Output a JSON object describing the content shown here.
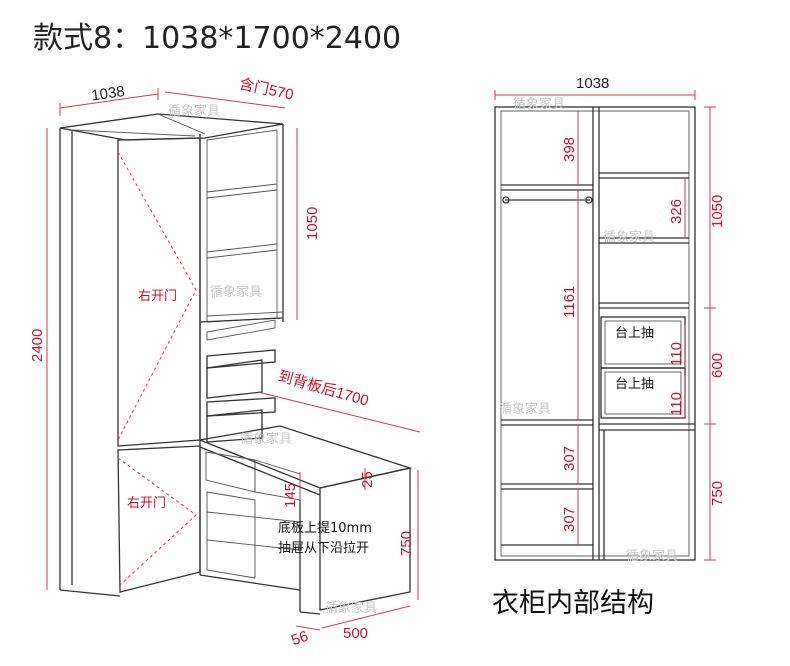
{
  "title": "款式8：1038*1700*2400",
  "caption": "衣柜内部结构",
  "watermark": "循象家具",
  "left_view": {
    "width_label": "1038",
    "door_depth_label": "含门570",
    "height_label": "2400",
    "upper_height_label": "1050",
    "to_back_label": "到背板后1700",
    "right_door_top": "右开门",
    "right_door_bottom": "右开门",
    "dim_145": "145",
    "dim_25": "25",
    "desk_height_label": "750",
    "note_line1": "底板上提10mm",
    "note_line2": "抽屉从下沿拉开",
    "dim_56": "56",
    "dim_500": "500"
  },
  "right_view": {
    "width_label": "1038",
    "dim_398": "398",
    "dim_1161": "1161",
    "dim_326": "326",
    "dim_1050": "1050",
    "drawer1_label": "台上抽",
    "drawer2_label": "台上抽",
    "dim_110a": "110",
    "dim_110b": "110",
    "dim_600": "600",
    "dim_307a": "307",
    "dim_307b": "307",
    "dim_750": "750"
  }
}
